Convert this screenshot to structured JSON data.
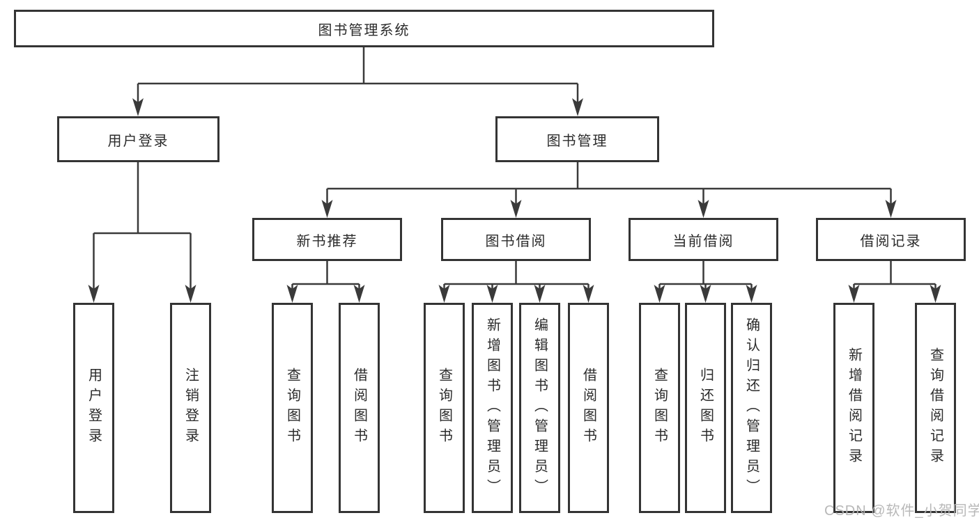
{
  "diagram": {
    "root_label": "图书管理系统",
    "level2": [
      {
        "label": "用户登录"
      },
      {
        "label": "图书管理"
      }
    ],
    "level3": [
      {
        "label": "新书推荐"
      },
      {
        "label": "图书借阅"
      },
      {
        "label": "当前借阅"
      },
      {
        "label": "借阅记录"
      }
    ],
    "groups": [
      {
        "parent": "用户登录",
        "leaves": [
          "用户登录",
          "注销登录"
        ]
      },
      {
        "parent": "新书推荐",
        "leaves": [
          "查询图书",
          "借阅图书"
        ]
      },
      {
        "parent": "图书借阅",
        "leaves": [
          "查询图书",
          "新增图书（管理员）",
          "编辑图书（管理员）",
          "借阅图书"
        ]
      },
      {
        "parent": "当前借阅",
        "leaves": [
          "查询图书",
          "归还图书",
          "确认归还（管理员）"
        ]
      },
      {
        "parent": "借阅记录",
        "leaves": [
          "新增借阅记录",
          "查询借阅记录"
        ]
      }
    ]
  },
  "watermark": {
    "text": "CSDN @软件_小贺同学"
  },
  "colors": {
    "line": "#3a3a3a",
    "box_border": "#343434",
    "text": "#2b2b2b",
    "watermark": "#b5b5b5",
    "background": "#ffffff"
  }
}
